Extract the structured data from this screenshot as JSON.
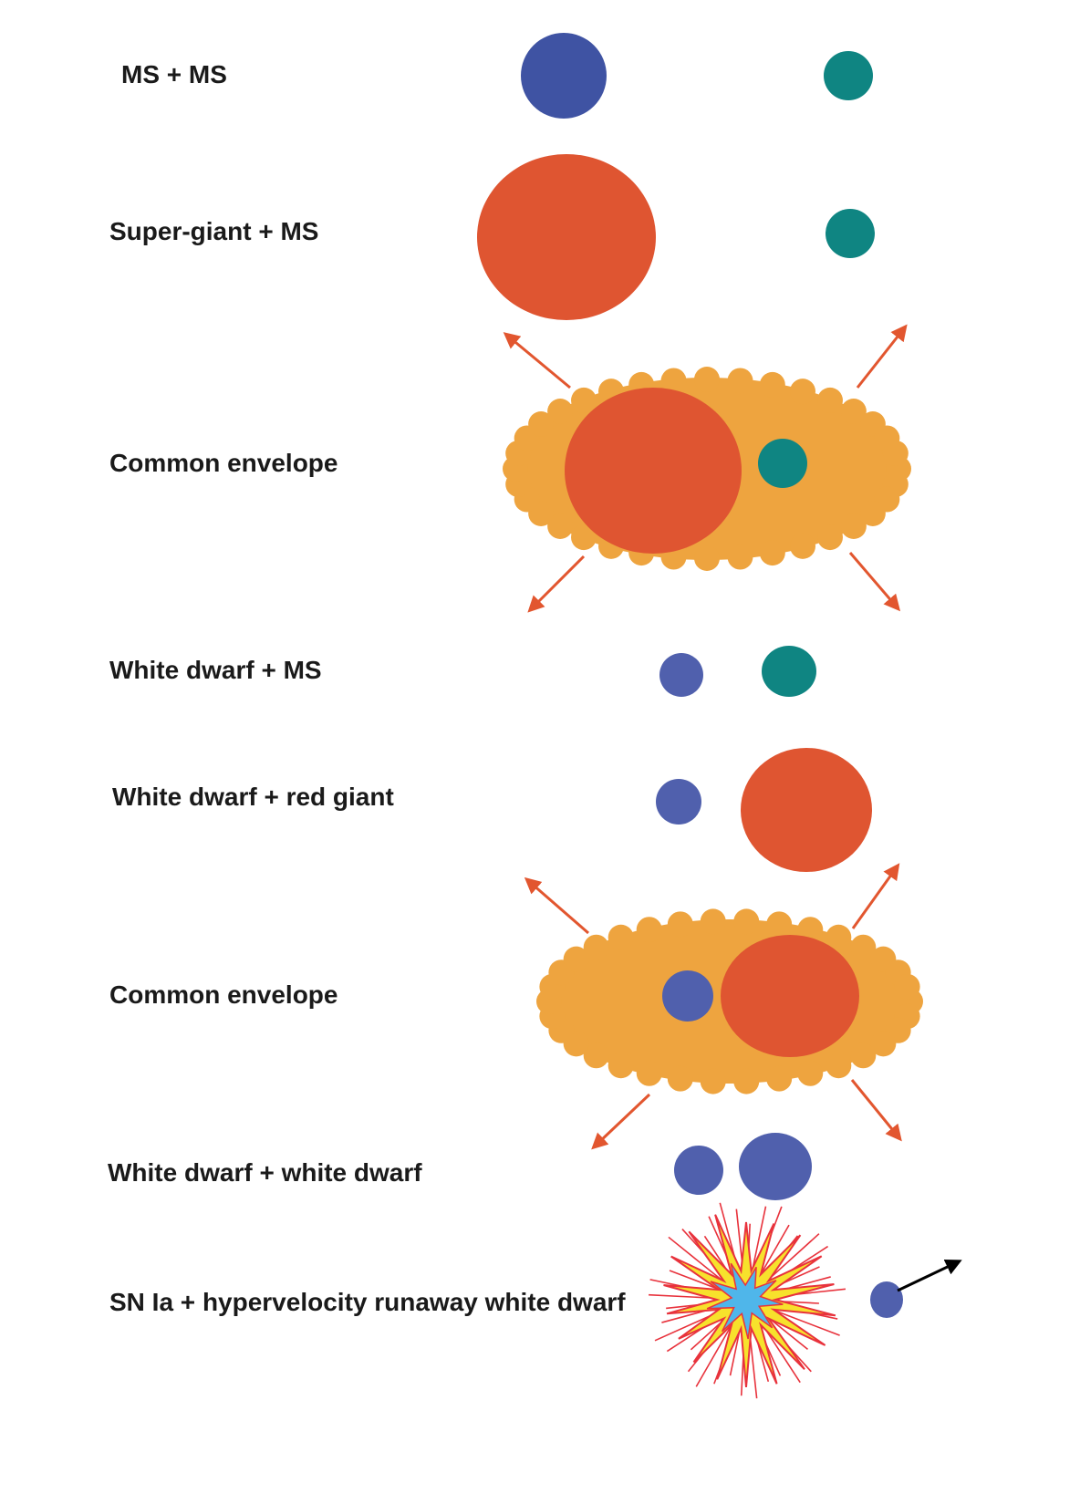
{
  "stages": [
    {
      "id": "ms-ms",
      "label": "MS + MS"
    },
    {
      "id": "supergiant-ms",
      "label": "Super-giant + MS"
    },
    {
      "id": "common-envelope-1",
      "label": "Common envelope"
    },
    {
      "id": "wd-ms",
      "label": "White dwarf + MS"
    },
    {
      "id": "wd-red-giant",
      "label": "White dwarf + red giant"
    },
    {
      "id": "common-envelope-2",
      "label": "Common envelope"
    },
    {
      "id": "wd-wd",
      "label": "White dwarf + white dwarf"
    },
    {
      "id": "sn-ia",
      "label": "SN Ia + hypervelocity runaway white dwarf"
    }
  ],
  "colors": {
    "blue_star": "#3f53a3",
    "white_dwarf": "#5060ad",
    "main_sequence": "#0f8582",
    "giant": "#df5531",
    "envelope": "#eea43f",
    "arrow": "#e2562f",
    "explosion_outer": "#e8323c",
    "explosion_mid": "#f7e12c",
    "explosion_core": "#4fb6ea",
    "runaway_arrow": "#000000"
  }
}
